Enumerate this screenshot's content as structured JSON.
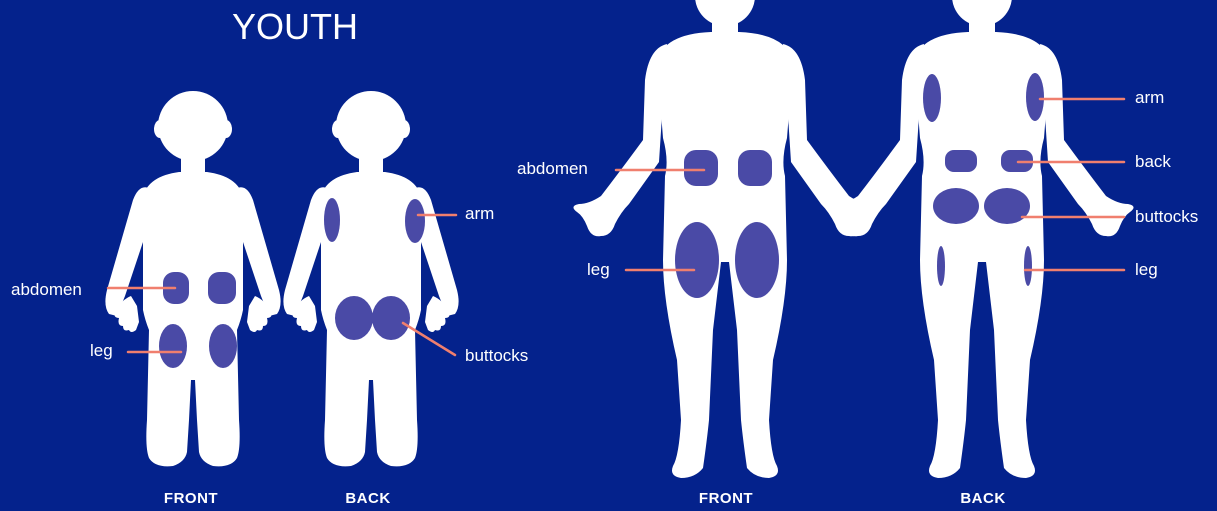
{
  "colors": {
    "background": "#04228c",
    "silhouette": "#ffffff",
    "injection_site": "#4a4aa6",
    "leader_line": "#f07f6e",
    "text": "#ffffff"
  },
  "youth": {
    "title": "YOUTH",
    "front": {
      "caption": "FRONT",
      "labels": {
        "abdomen": "abdomen",
        "leg": "leg"
      }
    },
    "back": {
      "caption": "BACK",
      "labels": {
        "arm": "arm",
        "buttocks": "buttocks"
      }
    }
  },
  "adult": {
    "front": {
      "caption": "FRONT",
      "labels": {
        "abdomen": "abdomen",
        "leg": "leg"
      }
    },
    "back": {
      "caption": "BACK",
      "labels": {
        "arm": "arm",
        "back": "back",
        "buttocks": "buttocks",
        "leg": "leg"
      }
    }
  }
}
